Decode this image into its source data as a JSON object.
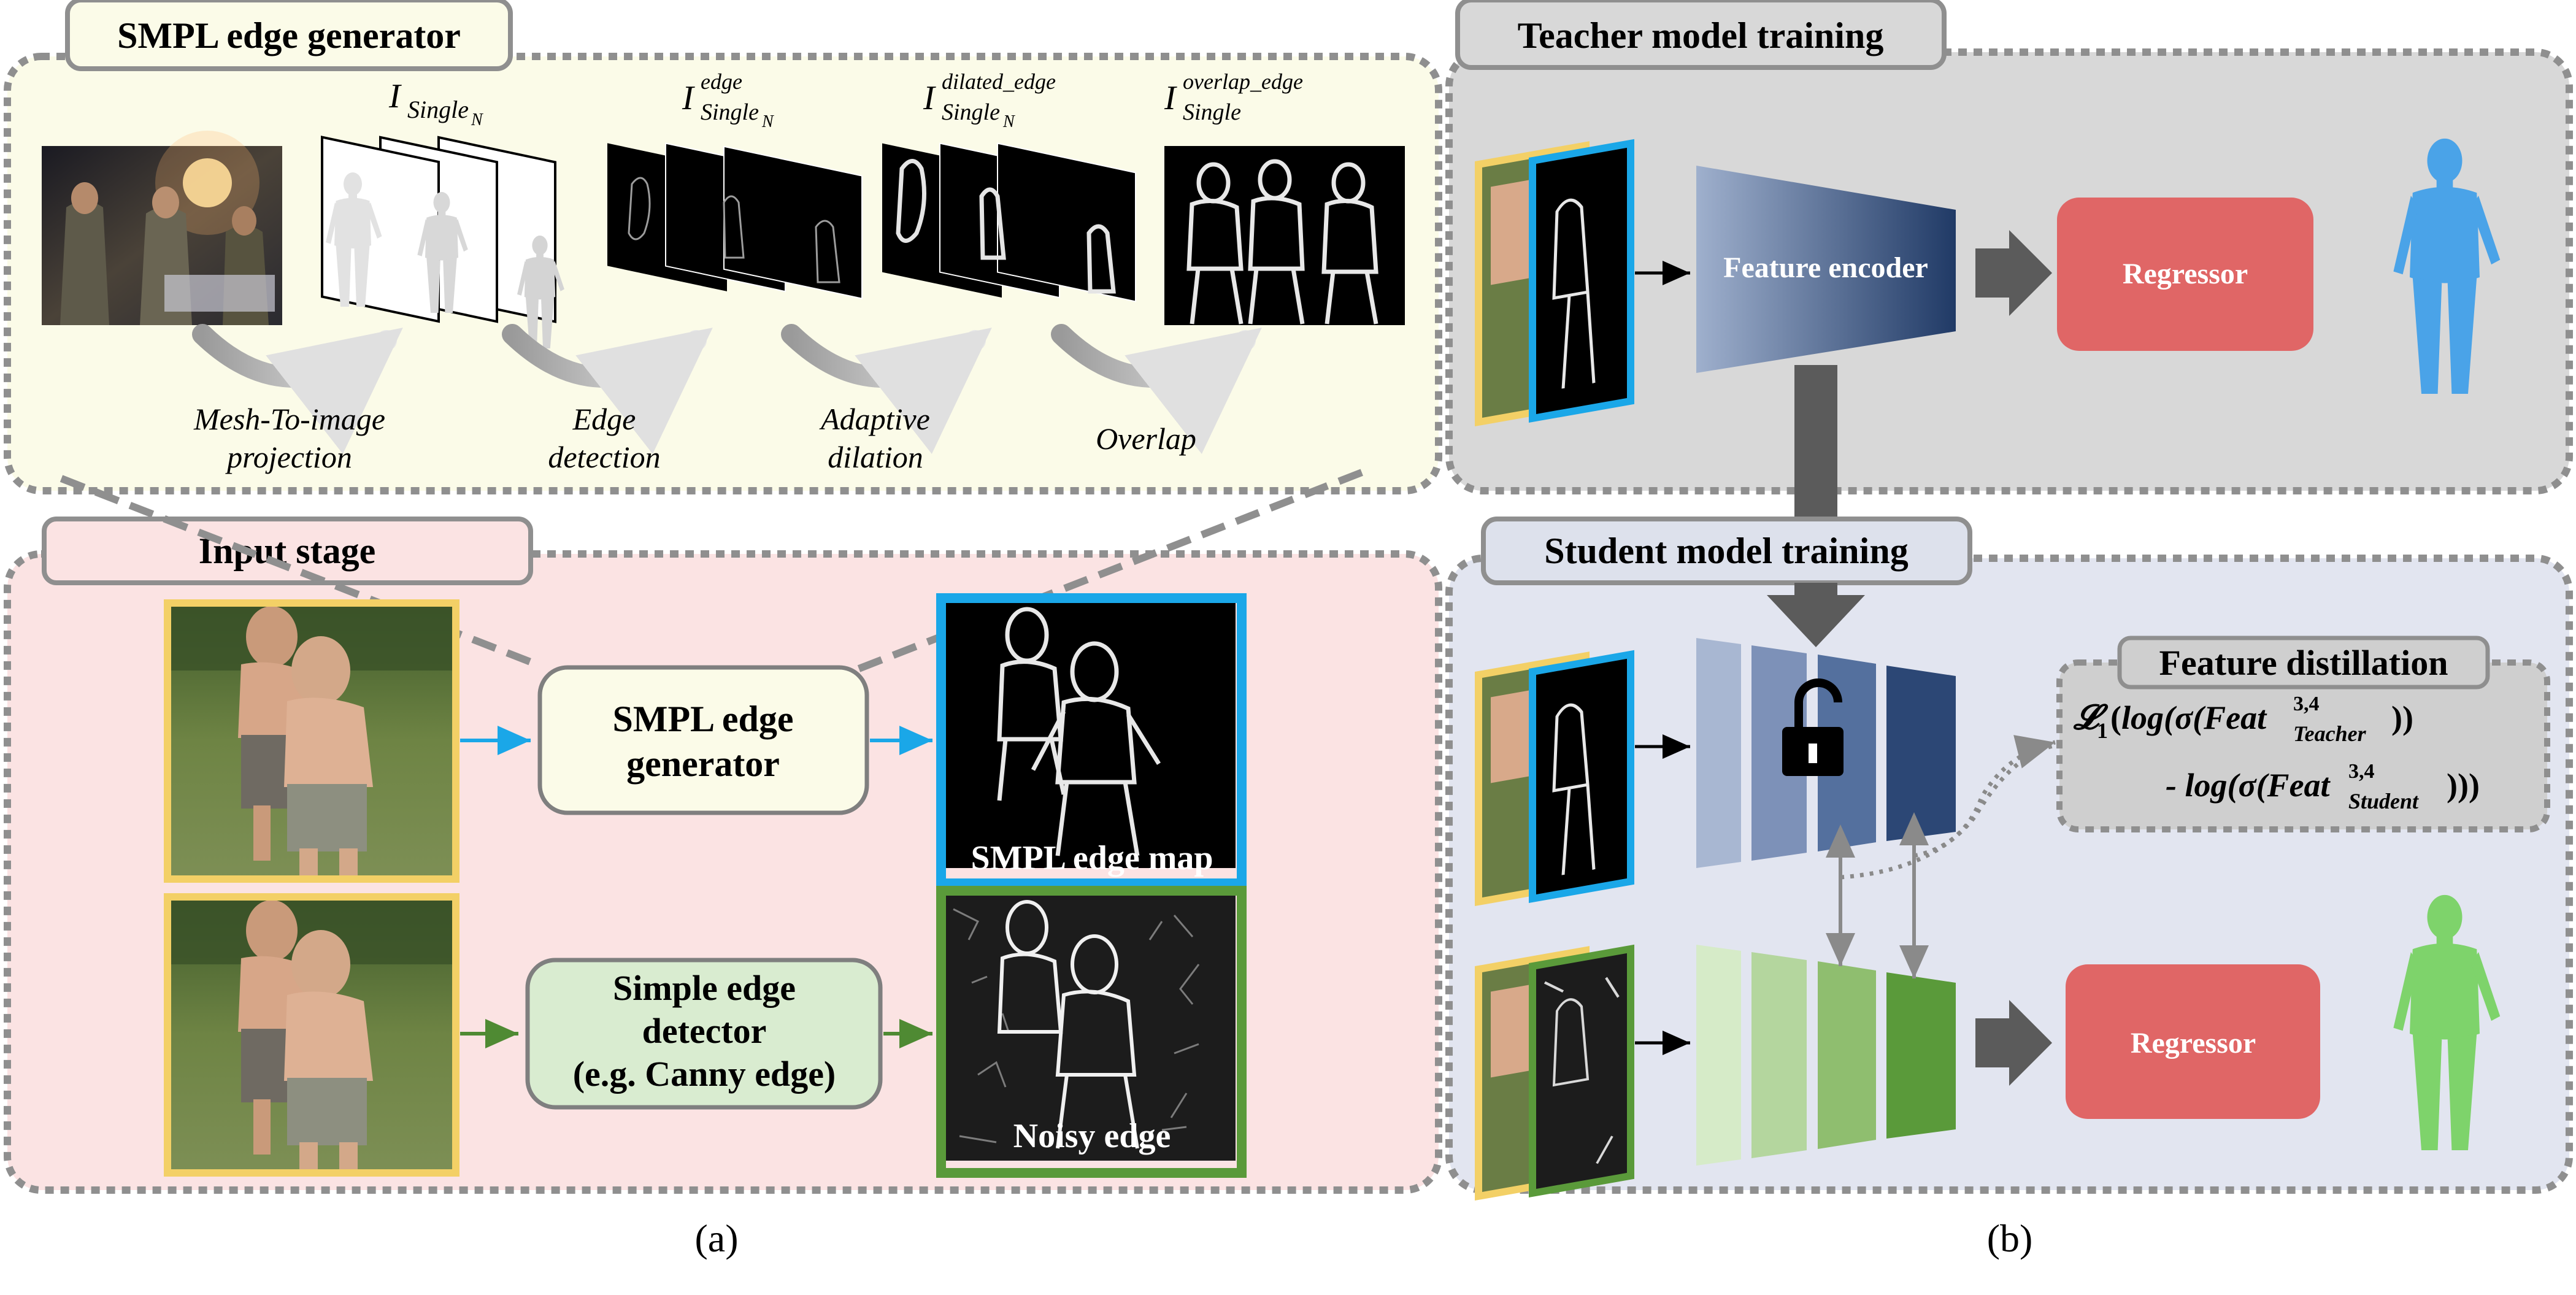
{
  "panel_a": {
    "smpl_generator": {
      "title": "SMPL edge generator",
      "steps": [
        {
          "line1": "Mesh-To-image",
          "line2": "projection"
        },
        {
          "line1": "Edge",
          "line2": "detection"
        },
        {
          "line1": "Adaptive",
          "line2": "dilation"
        },
        {
          "line1": "Overlap",
          "line2": ""
        }
      ],
      "labels": {
        "single_n": {
          "base": "I",
          "sub": "Single",
          "subsub": "N"
        },
        "edge": {
          "base": "I",
          "sup": "edge",
          "sub": "Single",
          "subsub": "N"
        },
        "dilated": {
          "base": "I",
          "sup": "dilated_edge",
          "sub": "Single",
          "subsub": "N"
        },
        "overlap": {
          "base": "I",
          "sup": "overlap_edge",
          "sub": "Single"
        }
      }
    },
    "input_stage": {
      "title": "Input stage",
      "generator_box": {
        "line1": "SMPL edge",
        "line2": "generator"
      },
      "detector_box": {
        "line1": "Simple edge",
        "line2": "detector",
        "line3": "(e.g. Canny edge)"
      },
      "smpl_edge_map_label": "SMPL edge map",
      "noisy_edge_label": "Noisy edge"
    },
    "caption": "(a)"
  },
  "panel_b": {
    "teacher": {
      "title": "Teacher model training",
      "encoder_label": "Feature encoder",
      "regressor_label": "Regressor"
    },
    "student": {
      "title": "Student model training",
      "regressor_label": "Regressor",
      "distillation": {
        "title": "Feature distillation",
        "line1": {
          "loss": "𝓛",
          "loss_sub": "1",
          "open": "(",
          "text": "log(σ(Feat",
          "sup": "3,4",
          "sub": "Teacher",
          "close": "))"
        },
        "line2": {
          "text": "- log(σ(Feat",
          "sup": "3,4",
          "sub": "Student",
          "close": ")))"
        }
      }
    },
    "caption": "(b)"
  },
  "colors": {
    "generator_panel_bg": "#fbfbe8",
    "input_panel_bg": "#fbe3e3",
    "teacher_panel_bg": "#d8d8d8",
    "student_panel_bg": "#e2e5f0",
    "distill_box_bg": "#cfcfcf",
    "regressor": "#e06666",
    "blue_accent": "#1aa7e8",
    "green_accent": "#5a9a3a",
    "yellow_border": "#f3d066",
    "encoder_dark": "#27416b",
    "encoder_light": "#98aac9",
    "student_green_dark": "#5a8f3a",
    "student_green_light": "#cfe6c0",
    "body_blue": "#4aa3e8",
    "body_green": "#7ed36b"
  }
}
